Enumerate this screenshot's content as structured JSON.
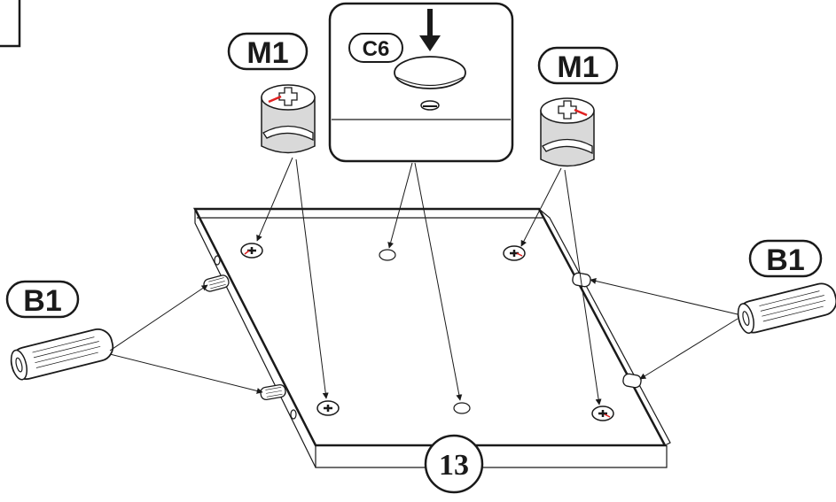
{
  "labels": {
    "cam_lock_left": "M1",
    "cam_lock_right": "M1",
    "cap": "C6",
    "dowel_left": "B1",
    "dowel_right": "B1",
    "step_number": "13"
  },
  "colors": {
    "line": "#1a1a1a",
    "cam_body": "#d9d9d9",
    "arrow_red": "#e02020",
    "background": "#ffffff"
  }
}
